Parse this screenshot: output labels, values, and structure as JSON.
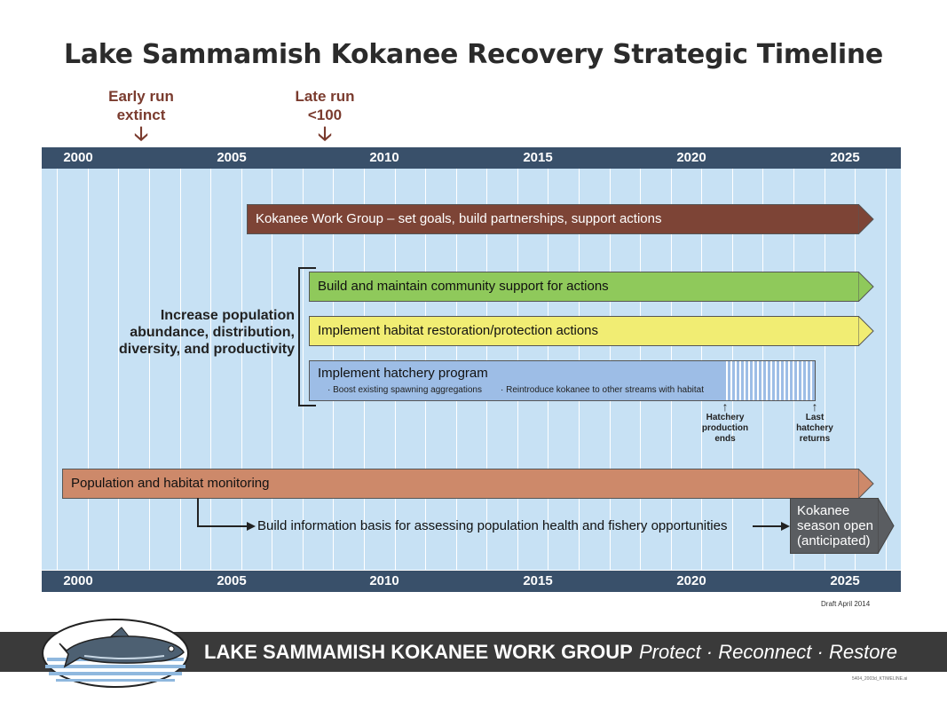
{
  "title": "Lake Sammamish Kokanee Recovery Strategic Timeline",
  "markers": [
    {
      "label_line1": "Early run",
      "label_line2": "extinct",
      "year": 2002
    },
    {
      "label_line1": "Late run",
      "label_line2": "<100",
      "year": 2008
    }
  ],
  "axis": {
    "start": 1999.5,
    "end": 2027.5,
    "ticks": [
      "2000",
      "2005",
      "2010",
      "2015",
      "2020",
      "2025"
    ]
  },
  "bars": {
    "work_group": "Kokanee Work Group – set goals, build partnerships, support actions",
    "community": "Build and maintain community support for actions",
    "habitat": "Implement habitat restoration/protection actions",
    "hatchery": "Implement hatchery program",
    "hatchery_sub1": "· Boost existing spawning aggregations",
    "hatchery_sub2": "· Reintroduce kokanee to other streams with habitat",
    "monitoring": "Population and habitat monitoring",
    "information": "Build information basis for assessing population health and fishery opportunities",
    "season": "Kokanee season open (anticipated)"
  },
  "group_label": "Increase population abundance, distribution, diversity, and productivity",
  "notes": {
    "hatchery_ends": "Hatchery production ends",
    "last_returns": "Last hatchery returns"
  },
  "draft": "Draft April 2014",
  "footer": {
    "org": "LAKE SAMMAMISH KOKANEE WORK GROUP",
    "motto": "Protect · Reconnect · Restore"
  },
  "file_ref": "5404_2003d_KTIMELINE.ai",
  "colors": {
    "axis": "#39506a",
    "panel": "#c7e1f4",
    "work_group": "#7d4436",
    "community": "#8fc95b",
    "habitat": "#f1ed73",
    "hatchery": "#9dbde6",
    "monitoring": "#cd896a",
    "season": "#5a5d61",
    "marker_text": "#7a3b2e",
    "footer": "#3a3a3a"
  }
}
